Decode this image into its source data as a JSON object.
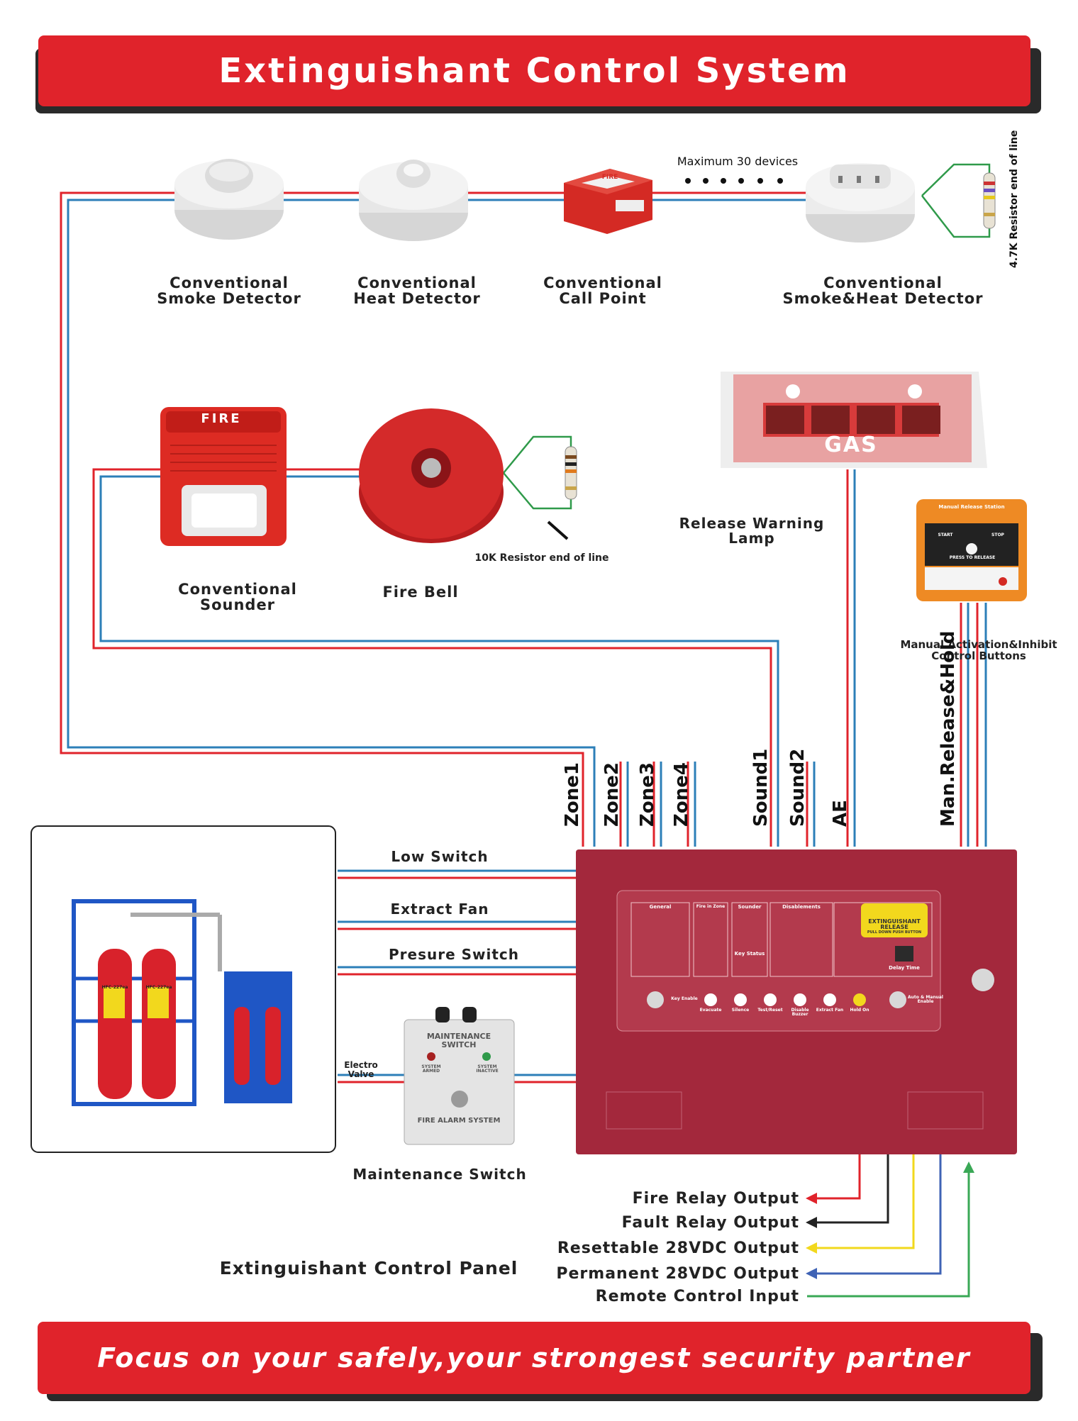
{
  "header": {
    "title": "Extinguishant Control System"
  },
  "footer": {
    "slogan": "Focus on your safely,your strongest security partner"
  },
  "loop_note": {
    "max_devices": "Maximum 30 devices",
    "resistor_47k": "4.7K Resistor end of line"
  },
  "devices": {
    "smoke": [
      "Conventional",
      "Smoke Detector"
    ],
    "heat": [
      "Conventional",
      "Heat Detector"
    ],
    "callpoint": [
      "Conventional",
      "Call Point"
    ],
    "smokeheat": [
      "Conventional",
      "Smoke&Heat Detector"
    ],
    "callpoint_text": "FIRE",
    "sounder": [
      "Conventional",
      "Sounder"
    ],
    "sounder_text": "FIRE",
    "bell": "Fire Bell",
    "resistor_10k": "10K Resistor end of line",
    "warning_lamp": "Release Warning Lamp",
    "lamp_text": "GAS",
    "manual_station": [
      "Manual Activation&Inhibit",
      "Control Buttons"
    ],
    "station_title": "Manual Release Station",
    "station_start": "START",
    "station_stop": "STOP",
    "station_press": "PRESS TO RELEASE"
  },
  "terminals": [
    "Zone1",
    "Zone2",
    "Zone3",
    "Zone4",
    "Sound1",
    "Sound2",
    "AE",
    "Man.Release&Hold"
  ],
  "left_links": {
    "low_switch": "Low Switch",
    "extract_fan": "Extract Fan",
    "pressure_switch": "Presure Switch",
    "electro_valve": "Electro Valve"
  },
  "maintenance": {
    "title": "MAINTENANCE SWITCH",
    "armed": "SYSTEM ARMED",
    "inactive": "SYSTEM INACTIVE",
    "footer": "FIRE ALARM SYSTEM",
    "caption": "Maintenance Switch"
  },
  "panel": {
    "caption": "Extinguishant  Control Panel",
    "release_label": [
      "EXTINGUISHANT",
      "RELEASE",
      "PULL DOWN PUSH BUTTON"
    ],
    "section_titles": [
      "General",
      "Fire in Zone",
      "Sounder",
      "Disablements"
    ],
    "key_status": "Key Status",
    "delay_time": "Delay Time",
    "key_enable": "Key Enable",
    "auto_manual": "Auto & Manual Enable",
    "buttons": [
      "Evacuate",
      "Silence",
      "Test/Reset",
      "Disable Buzzer",
      "Extract Fan",
      "Hold On"
    ],
    "color": "#a3283c"
  },
  "outputs": [
    {
      "label": "Fire Relay Output",
      "color": "#e0232b"
    },
    {
      "label": "Fault Relay Output",
      "color": "#222222"
    },
    {
      "label": "Resettable 28VDC Output",
      "color": "#f2d81d"
    },
    {
      "label": "Permanent 28VDC Output",
      "color": "#3f63b5"
    },
    {
      "label": "Remote Control Input",
      "color": "#3aa856"
    }
  ],
  "cylinder_tag": "HFC-227ea",
  "colors": {
    "banner_red": "#e0232b",
    "wire_red": "#e0232b",
    "wire_blue": "#2c7fb8",
    "wire_green": "#2f9a4a"
  }
}
